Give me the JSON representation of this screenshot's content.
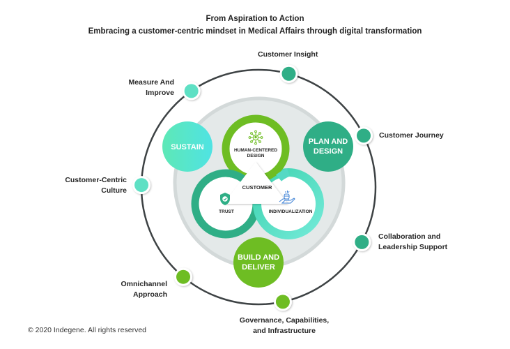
{
  "header": {
    "title": "From Aspiration to Action",
    "subtitle": "Embracing a customer-centric mindset in Medical Affairs through digital transformation"
  },
  "phases": {
    "sustain": "SUSTAIN",
    "plan_line1": "PLAN AND",
    "plan_line2": "DESIGN",
    "build_line1": "BUILD AND",
    "build_line2": "DELIVER"
  },
  "core": {
    "center": "CUSTOMER",
    "human_line1": "HUMAN-CENTERED",
    "human_line2": "DESIGN",
    "trust": "TRUST",
    "individualization": "INDIVIDUALIZATION",
    "icons": [
      "network-person-icon",
      "shield-check-icon",
      "hand-with-jar-icon"
    ]
  },
  "enablers": [
    {
      "line1": "Customer Insight",
      "line2": "",
      "color": "#2fae86"
    },
    {
      "line1": "Customer Journey",
      "line2": "",
      "color": "#2fae86"
    },
    {
      "line1": "Collaboration and",
      "line2": "Leadership Support",
      "color": "#2fae86"
    },
    {
      "line1": "Governance, Capabilities,",
      "line2": "and Infrastructure",
      "color": "#6ebd23"
    },
    {
      "line1": "Omnichannel",
      "line2": "Approach",
      "color": "#6ebd23"
    },
    {
      "line1": "Customer-Centric",
      "line2": "Culture",
      "color": "#5ee0c4"
    },
    {
      "line1": "Measure And",
      "line2": "Improve",
      "color": "#5ee0c4"
    }
  ],
  "colors": {
    "green": "#6ebd23",
    "teal": "#2fae86",
    "aqua": "#55e3cc",
    "ring_line": "#3d4244",
    "gray_disk": "#e3e8e8"
  },
  "footer": {
    "copyright": "© 2020 Indegene. All rights reserved"
  }
}
